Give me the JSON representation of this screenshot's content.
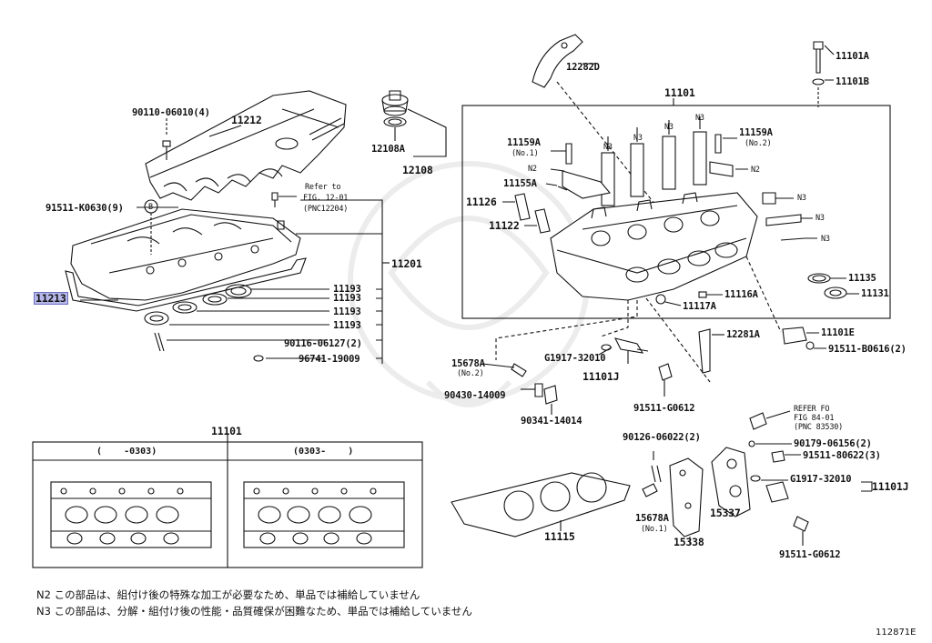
{
  "diagram_id": "112871E",
  "labels": {
    "p11213": "11213",
    "p11212": "11212",
    "p90110": "90110-06010(4)",
    "p91511k": "91511-K0630(9)",
    "circle_b": "B",
    "refer_to": "Refer to",
    "fig12": "FIG. 12-01",
    "pnc12204": "(PNC12204)",
    "p11201": "11201",
    "p11193a": "11193",
    "p11193b": "11193",
    "p11193c": "11193",
    "p11193d": "11193",
    "p90116": "90116-06127(2)",
    "p96741": "96741-19009",
    "p12108a": "12108A",
    "p12108": "12108",
    "p12282d": "12282D",
    "p11101_top": "11101",
    "p11101a": "11101A",
    "p11101b": "11101B",
    "p11159a_l": "11159A",
    "no1_a": "(No.1)",
    "p11159a_r": "11159A",
    "no2_a": "(No.2)",
    "n2_a": "N2",
    "n2_b": "N2",
    "n3_a": "N3",
    "n3_b": "N3",
    "n3_c": "N3",
    "n3_d": "N3",
    "n3_e": "N3",
    "n3_f": "N3",
    "n3_g": "N3",
    "p11155a": "11155A",
    "p11126": "11126",
    "p11122": "11122",
    "p11135": "11135",
    "p11131": "11131",
    "p11116a": "11116A",
    "p11117a": "11117A",
    "p12281a": "12281A",
    "p11101e": "11101E",
    "p91511b": "91511-B0616(2)",
    "p15678a_top": "15678A",
    "no2_b": "(No.2)",
    "pg1917_a": "G1917-32010",
    "p11101j_a": "11101J",
    "p90430": "90430-14009",
    "p90341": "90341-14014",
    "p91511g_a": "91511-G0612",
    "refer_fo": "REFER FO",
    "fig84": "FIG 84-01",
    "pnc83530": "(PNC 83530)",
    "p90126": "90126-06022(2)",
    "p90179": "90179-06156(2)",
    "p91511_8": "91511-80622(3)",
    "pg1917_b": "G1917-32010",
    "p11101j_b": "11101J",
    "p15678a_bot": "15678A",
    "no1_b": "(No.1)",
    "p15337": "15337",
    "p15338": "15338",
    "p11115": "11115",
    "p91511g_b": "91511-G0612",
    "p11101_box": "11101",
    "box_left": "(    -0303)",
    "box_right": "(0303-    )"
  },
  "notes": [
    "N2  この部品は、組付け後の特殊な加工が必要なため、単品では補給していません",
    "N3  この部品は、分解・組付け後の性能・品質確保が困難なため、単品では補給していません"
  ],
  "colors": {
    "ink": "#111111",
    "highlight": "#b7b8ea"
  }
}
